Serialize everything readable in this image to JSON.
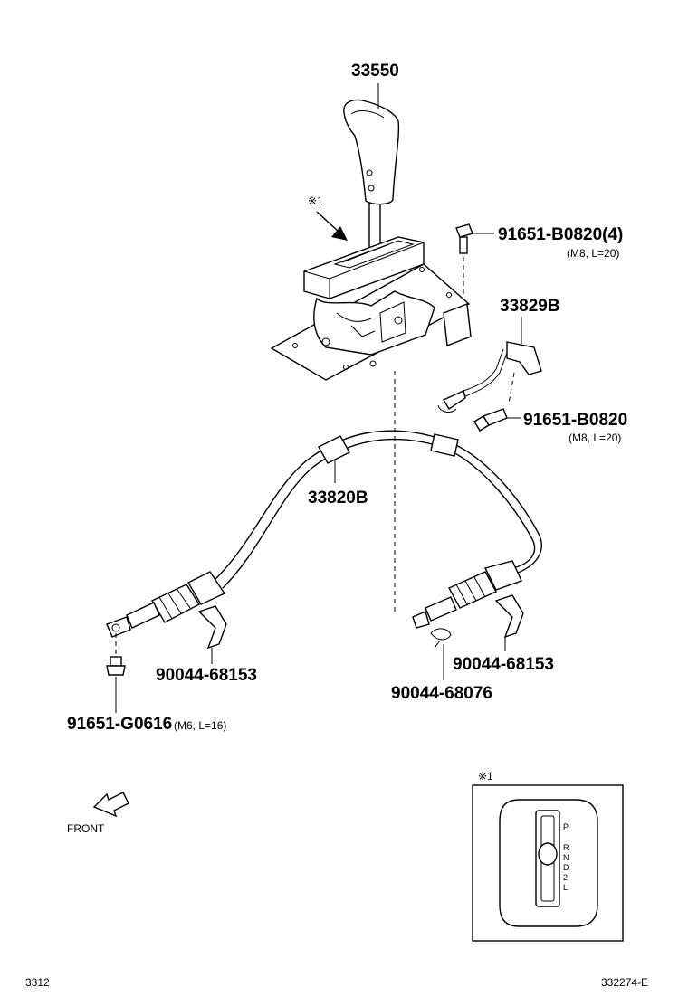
{
  "parts": {
    "knob": "33550",
    "shift_lever_bolt": "91651-B0820(4)",
    "shift_lever_bolt_spec": "(M8, L=20)",
    "bracket": "33829B",
    "bracket_bolt": "91651-B0820",
    "bracket_bolt_spec": "(M8, L=20)",
    "cable": "33820B",
    "clip_left": "90044-68153",
    "clip_right": "90044-68153",
    "clip_small": "90044-68076",
    "end_bolt": "91651-G0616",
    "end_bolt_spec": "(M6, L=16)"
  },
  "markers": {
    "note_mark": "※1",
    "inset_mark": "※1"
  },
  "inset": {
    "gate_letters": [
      "P",
      "R",
      "N",
      "D",
      "2",
      "L"
    ]
  },
  "front_label": "FRONT",
  "footer": {
    "left_code": "3312",
    "right_code": "332274-E"
  }
}
